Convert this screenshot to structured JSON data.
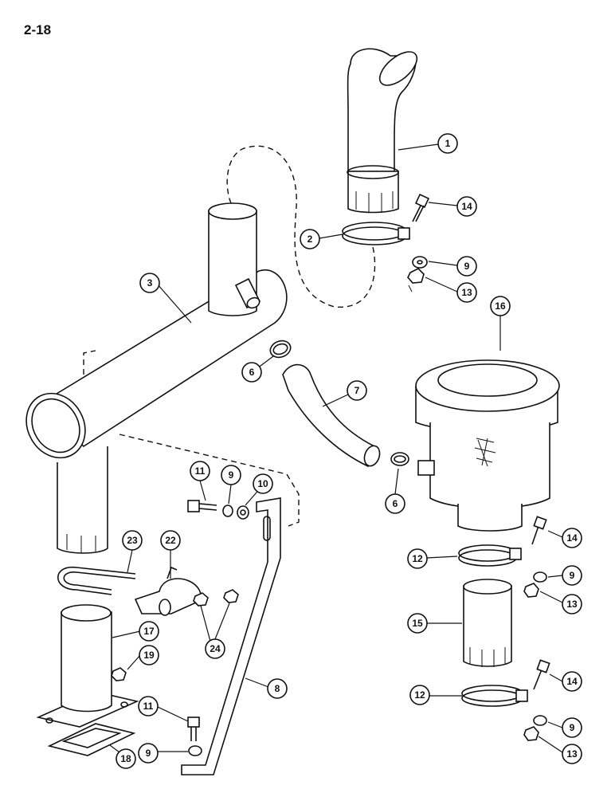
{
  "page_number": "2-18",
  "callouts": [
    {
      "id": "c1",
      "label": "1"
    },
    {
      "id": "c2",
      "label": "2"
    },
    {
      "id": "c3",
      "label": "3"
    },
    {
      "id": "c6a",
      "label": "6"
    },
    {
      "id": "c6b",
      "label": "6"
    },
    {
      "id": "c7",
      "label": "7"
    },
    {
      "id": "c8",
      "label": "8"
    },
    {
      "id": "c9a",
      "label": "9"
    },
    {
      "id": "c9b",
      "label": "9"
    },
    {
      "id": "c9c",
      "label": "9"
    },
    {
      "id": "c9d",
      "label": "9"
    },
    {
      "id": "c9e",
      "label": "9"
    },
    {
      "id": "c10",
      "label": "10"
    },
    {
      "id": "c11a",
      "label": "11"
    },
    {
      "id": "c11b",
      "label": "11"
    },
    {
      "id": "c12a",
      "label": "12"
    },
    {
      "id": "c12b",
      "label": "12"
    },
    {
      "id": "c13a",
      "label": "13"
    },
    {
      "id": "c13b",
      "label": "13"
    },
    {
      "id": "c13c",
      "label": "13"
    },
    {
      "id": "c14a",
      "label": "14"
    },
    {
      "id": "c14b",
      "label": "14"
    },
    {
      "id": "c14c",
      "label": "14"
    },
    {
      "id": "c15",
      "label": "15"
    },
    {
      "id": "c16",
      "label": "16"
    },
    {
      "id": "c17",
      "label": "17"
    },
    {
      "id": "c18",
      "label": "18"
    },
    {
      "id": "c19",
      "label": "19"
    },
    {
      "id": "c22",
      "label": "22"
    },
    {
      "id": "c23",
      "label": "23"
    },
    {
      "id": "c24",
      "label": "24"
    }
  ]
}
